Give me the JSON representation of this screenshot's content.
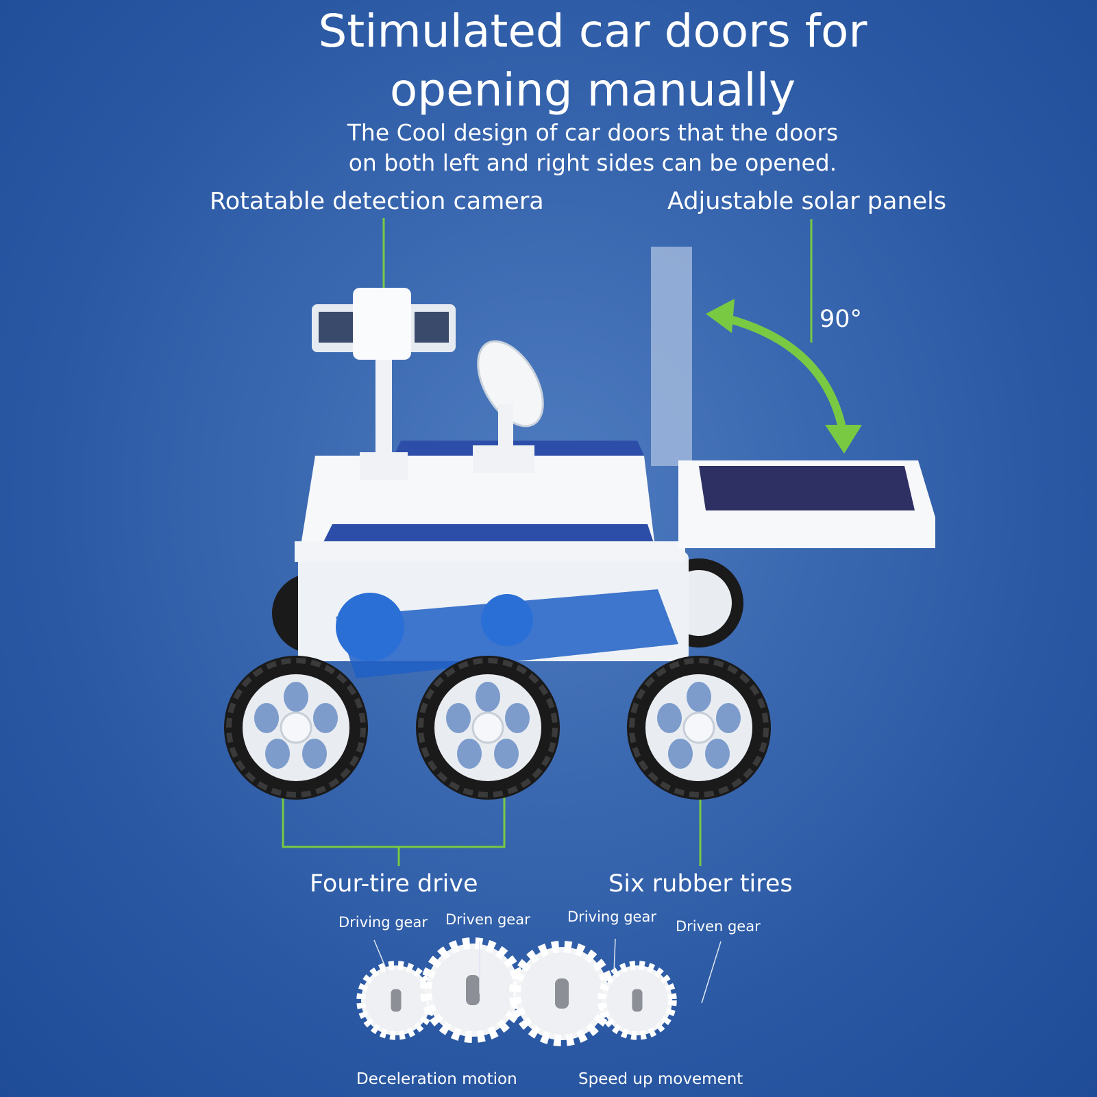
{
  "title_line1": "Stimulated car doors for",
  "title_line2": "opening manually",
  "subtitle_line1": "The Cool design of car doors that the doors",
  "subtitle_line2": "on both left and right sides can be opened.",
  "callouts": {
    "camera": "Rotatable detection camera",
    "solar": "Adjustable solar panels",
    "angle": "90°",
    "drive": "Four-tire drive",
    "tires": "Six rubber tires"
  },
  "gears": {
    "driving_gear_1": "Driving gear",
    "driven_gear_1": "Driven gear",
    "driving_gear_2": "Driving gear",
    "driven_gear_2": "Driven gear",
    "deceleration": "Deceleration motion",
    "speed_up": "Speed up movement"
  },
  "colors": {
    "accent_green": "#7ac943",
    "background": "#2f5ea8"
  }
}
